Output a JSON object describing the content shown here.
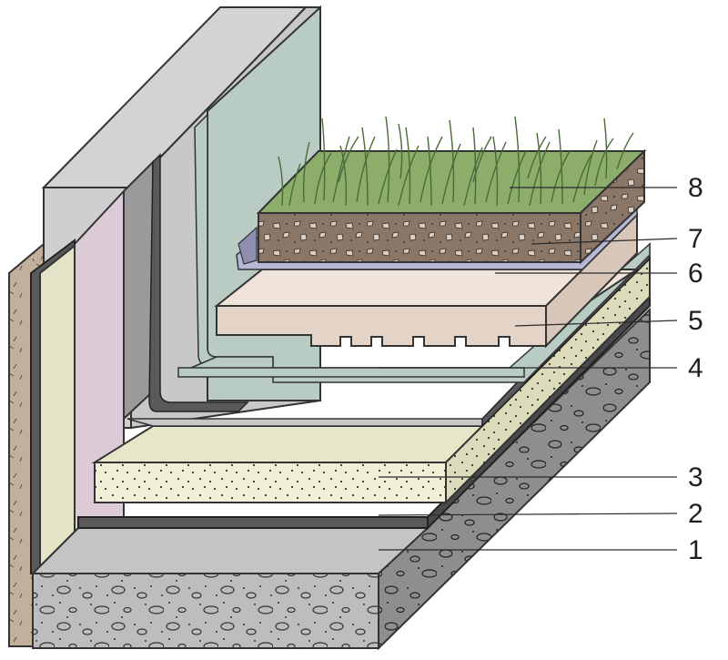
{
  "diagram": {
    "callouts": [
      "1",
      "2",
      "3",
      "4",
      "5",
      "6",
      "7",
      "8"
    ]
  },
  "colors": {
    "concrete_base": "#bdbdbd",
    "structural_wall": "#cfcfcf",
    "screed_layer": "#c4c4c4",
    "bitumen_membrane": "#5a5a5a",
    "insulation_board": "#f0f0d6",
    "protection_sheet": "#b9ccc4",
    "drainage_board": "#e4d4c8",
    "filter_fleece": "#b7b7d6",
    "substrate_soil": "#8a7768",
    "grass": "#8cae6a"
  }
}
